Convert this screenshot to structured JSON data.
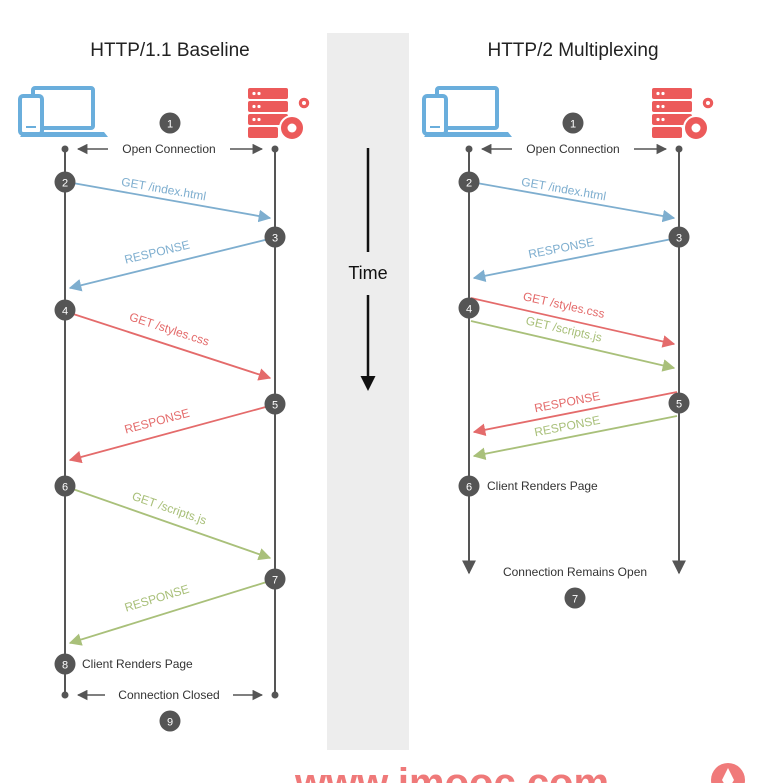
{
  "panels": {
    "left": {
      "title": "HTTP/1.1 Baseline",
      "open_connection": "Open Connection",
      "request_index": "GET /index.html",
      "response_index": "RESPONSE",
      "request_styles": "GET /styles.css",
      "response_styles": "RESPONSE",
      "request_scripts": "GET /scripts.js",
      "response_scripts": "RESPONSE",
      "client_renders": "Client Renders Page",
      "connection_closed": "Connection Closed",
      "steps": [
        "1",
        "2",
        "3",
        "4",
        "5",
        "6",
        "7",
        "8",
        "9"
      ]
    },
    "right": {
      "title": "HTTP/2 Multiplexing",
      "open_connection": "Open Connection",
      "request_index": "GET /index.html",
      "response_index": "RESPONSE",
      "request_styles": "GET /styles.css",
      "request_scripts": "GET /scripts.js",
      "response_styles": "RESPONSE",
      "response_scripts": "RESPONSE",
      "client_renders": "Client Renders Page",
      "connection_open": "Connection Remains Open",
      "steps": [
        "1",
        "2",
        "3",
        "4",
        "5",
        "6",
        "7"
      ]
    }
  },
  "center": {
    "time_label": "Time"
  },
  "watermark": {
    "text": "www.imooc.com"
  },
  "colors": {
    "blue": "#7eaecf",
    "red": "#e46b6b",
    "green": "#a9c07a",
    "badge": "#555555",
    "line": "#555555",
    "band": "#eeeeee",
    "icon_blue": "#6aaedc",
    "icon_red": "#ec5a5a",
    "watermark": "#ee6b6b"
  },
  "icons": [
    "devices-icon",
    "server-gear-icon"
  ]
}
